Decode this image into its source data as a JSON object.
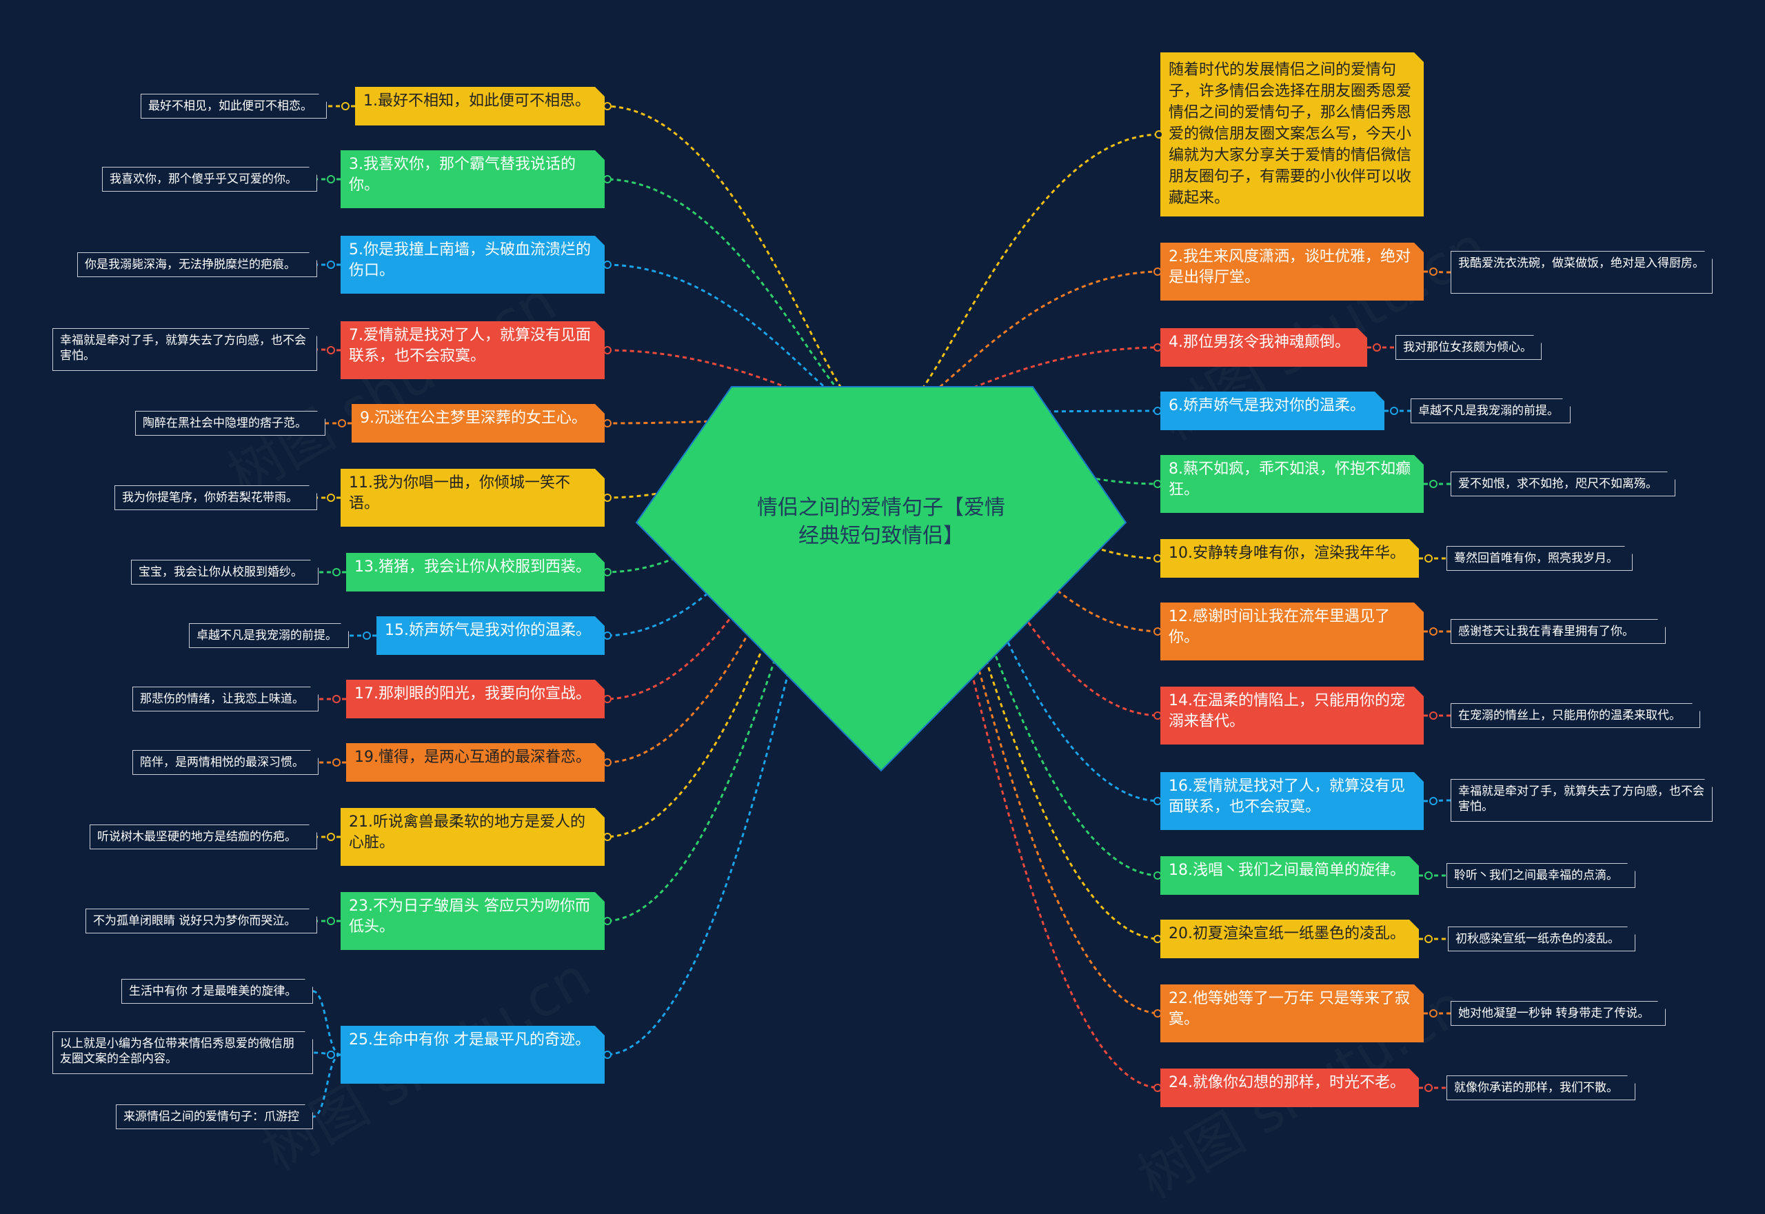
{
  "center": {
    "title": "情侣之间的爱情句子【爱情经典短句致情侣】",
    "color": "#29d06b"
  },
  "intro": {
    "text": "随着时代的发展情侣之间的爱情句子，许多情侣会选择在朋友圈秀恩爱情侣之间的爱情句子，那么情侣秀恩爱的微信朋友圈文案怎么写，今天小编就为大家分享关于爱情的情侣微信朋友圈句子，有需要的小伙伴可以收藏起来。",
    "color": "#f2c012"
  },
  "watermark": "树图 shutu.cn",
  "colors": {
    "yellow": "#f2c012",
    "green": "#2ed06b",
    "blue": "#1aa3e8",
    "red": "#ec4b3c",
    "orange": "#f07d24",
    "background": "#0c1e3a"
  },
  "branches": [
    {
      "id": "b1",
      "side": "left",
      "color": "yellow",
      "text": "1.最好不相知，如此便可不相思。",
      "leaves": [
        "最好不相见，如此便可不相恋。"
      ]
    },
    {
      "id": "b3",
      "side": "left",
      "color": "green",
      "text": "3.我喜欢你，那个霸气替我说话的你。",
      "leaves": [
        "我喜欢你，那个傻乎乎又可爱的你。"
      ]
    },
    {
      "id": "b5",
      "side": "left",
      "color": "blue",
      "text": "5.你是我撞上南墙，头破血流溃烂的伤口。",
      "leaves": [
        "你是我溺毙深海，无法挣脱糜烂的疤痕。"
      ]
    },
    {
      "id": "b7",
      "side": "left",
      "color": "red",
      "text": "7.爱情就是找对了人，就算没有见面联系，也不会寂寞。",
      "leaves": [
        "幸福就是牵对了手，就算失去了方向感，也不会害怕。"
      ]
    },
    {
      "id": "b9",
      "side": "left",
      "color": "orange",
      "text": "9.沉迷在公主梦里深葬的女王心。",
      "leaves": [
        "陶醉在黑社会中隐埋的痞子范。"
      ]
    },
    {
      "id": "b11",
      "side": "left",
      "color": "yellow",
      "text": "11.我为你唱一曲，你倾城一笑不语。",
      "leaves": [
        "我为你提笔序，你娇若梨花带雨。"
      ]
    },
    {
      "id": "b13",
      "side": "left",
      "color": "green",
      "text": "13.猪猪，我会让你从校服到西装。",
      "leaves": [
        "宝宝，我会让你从校服到婚纱。"
      ]
    },
    {
      "id": "b15",
      "side": "left",
      "color": "blue",
      "text": "15.娇声娇气是我对你的温柔。",
      "leaves": [
        "卓越不凡是我宠溺的前提。"
      ]
    },
    {
      "id": "b17",
      "side": "left",
      "color": "red",
      "text": "17.那刺眼的阳光，我要向你宣战。",
      "leaves": [
        "那悲伤的情绪，让我恋上味道。"
      ]
    },
    {
      "id": "b19",
      "side": "left",
      "color": "orange",
      "text": "19.懂得，是两心互通的最深眷恋。",
      "leaves": [
        "陪伴，是两情相悦的最深习惯。"
      ]
    },
    {
      "id": "b21",
      "side": "left",
      "color": "yellow",
      "text": "21.听说禽兽最柔软的地方是爱人的心脏。",
      "leaves": [
        "听说树木最坚硬的地方是结痂的伤疤。"
      ]
    },
    {
      "id": "b23",
      "side": "left",
      "color": "green",
      "text": "23.不为日子皱眉头 答应只为吻你而低头。",
      "leaves": [
        "不为孤单闭眼睛 说好只为梦你而哭泣。"
      ]
    },
    {
      "id": "b25",
      "side": "left",
      "color": "blue",
      "text": "25.生命中有你 才是最平凡的奇迹。",
      "leaves": [
        "生活中有你 才是最唯美的旋律。",
        "以上就是小编为各位带来情侣秀恩爱的微信朋友圈文案的全部内容。",
        "来源情侣之间的爱情句子：爪游控"
      ]
    },
    {
      "id": "b2",
      "side": "right",
      "color": "orange",
      "text": "2.我生来风度潇洒，谈吐优雅，绝对是出得厅堂。",
      "leaves": [
        "我酷爱洗衣洗碗，做菜做饭，绝对是入得厨房。"
      ]
    },
    {
      "id": "b4",
      "side": "right",
      "color": "red",
      "text": "4.那位男孩令我神魂颠倒。",
      "leaves": [
        "我对那位女孩颇为倾心。"
      ]
    },
    {
      "id": "b6",
      "side": "right",
      "color": "blue",
      "text": "6.娇声娇气是我对你的温柔。",
      "leaves": [
        "卓越不凡是我宠溺的前提。"
      ]
    },
    {
      "id": "b8",
      "side": "right",
      "color": "green",
      "text": "8.爇不如疯，乖不如浪，怀抱不如癫狂。",
      "leaves": [
        "爱不如恨，求不如抢，咫尺不如离殇。"
      ]
    },
    {
      "id": "b10",
      "side": "right",
      "color": "yellow",
      "text": "10.安静转身唯有你，渲染我年华。",
      "leaves": [
        "蓦然回首唯有你，照亮我岁月。"
      ]
    },
    {
      "id": "b12",
      "side": "right",
      "color": "orange",
      "text": "12.感谢时间让我在流年里遇见了你。",
      "leaves": [
        "感谢苍天让我在青春里拥有了你。"
      ]
    },
    {
      "id": "b14",
      "side": "right",
      "color": "red",
      "text": "14.在温柔的情陷上，只能用你的宠溺来替代。",
      "leaves": [
        "在宠溺的情丝上，只能用你的温柔来取代。"
      ]
    },
    {
      "id": "b16",
      "side": "right",
      "color": "blue",
      "text": "16.爱情就是找对了人，就算没有见面联系，也不会寂寞。",
      "leaves": [
        "幸福就是牵对了手，就算失去了方向感，也不会害怕。"
      ]
    },
    {
      "id": "b18",
      "side": "right",
      "color": "green",
      "text": "18.浅唱丶我们之间最简单的旋律。",
      "leaves": [
        "聆听丶我们之间最幸福的点滴。"
      ]
    },
    {
      "id": "b20",
      "side": "right",
      "color": "yellow",
      "text": "20.初夏渲染宣纸一纸墨色的凌乱。",
      "leaves": [
        "初秋感染宣纸一纸赤色的凌乱。"
      ]
    },
    {
      "id": "b22",
      "side": "right",
      "color": "orange",
      "text": "22.他等她等了一万年 只是等来了寂寞。",
      "leaves": [
        "她对他凝望一秒钟 转身带走了传说。"
      ]
    },
    {
      "id": "b24",
      "side": "right",
      "color": "red",
      "text": "24.就像你幻想的那样，时光不老。",
      "leaves": [
        "就像你承诺的那样，我们不散。"
      ]
    }
  ]
}
